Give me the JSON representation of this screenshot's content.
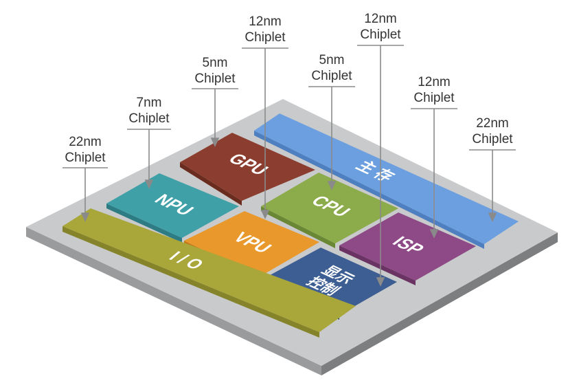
{
  "labels": {
    "io": {
      "line1": "22nm",
      "line2": "Chiplet"
    },
    "npu": {
      "line1": "7nm",
      "line2": "Chiplet"
    },
    "gpu": {
      "line1": "5nm",
      "line2": "Chiplet"
    },
    "vpu": {
      "line1": "12nm",
      "line2": "Chiplet"
    },
    "cpu": {
      "line1": "5nm",
      "line2": "Chiplet"
    },
    "display": {
      "line1": "12nm",
      "line2": "Chiplet"
    },
    "isp": {
      "line1": "12nm",
      "line2": "Chiplet"
    },
    "memory": {
      "line1": "22nm",
      "line2": "Chiplet"
    }
  },
  "blocks": {
    "io": {
      "text": "I / O",
      "color": "#a9a63a"
    },
    "npu": {
      "text": "NPU",
      "color": "#3fa0a8"
    },
    "gpu": {
      "text": "GPU",
      "color": "#8b3e2f"
    },
    "vpu": {
      "text": "VPU",
      "color": "#e9982b"
    },
    "cpu": {
      "text": "CPU",
      "color": "#8cab4a"
    },
    "display": {
      "line1": "显示",
      "line2": "控制",
      "color": "#3c5e92"
    },
    "isp": {
      "text": "ISP",
      "color": "#8e4a86"
    },
    "memory": {
      "text": "主 存",
      "color": "#6c9fe0"
    }
  },
  "colors": {
    "substrate_top": "#c9cacb",
    "substrate_side": "#7d7e80",
    "pointer": "#888888",
    "label_text": "#333333"
  }
}
